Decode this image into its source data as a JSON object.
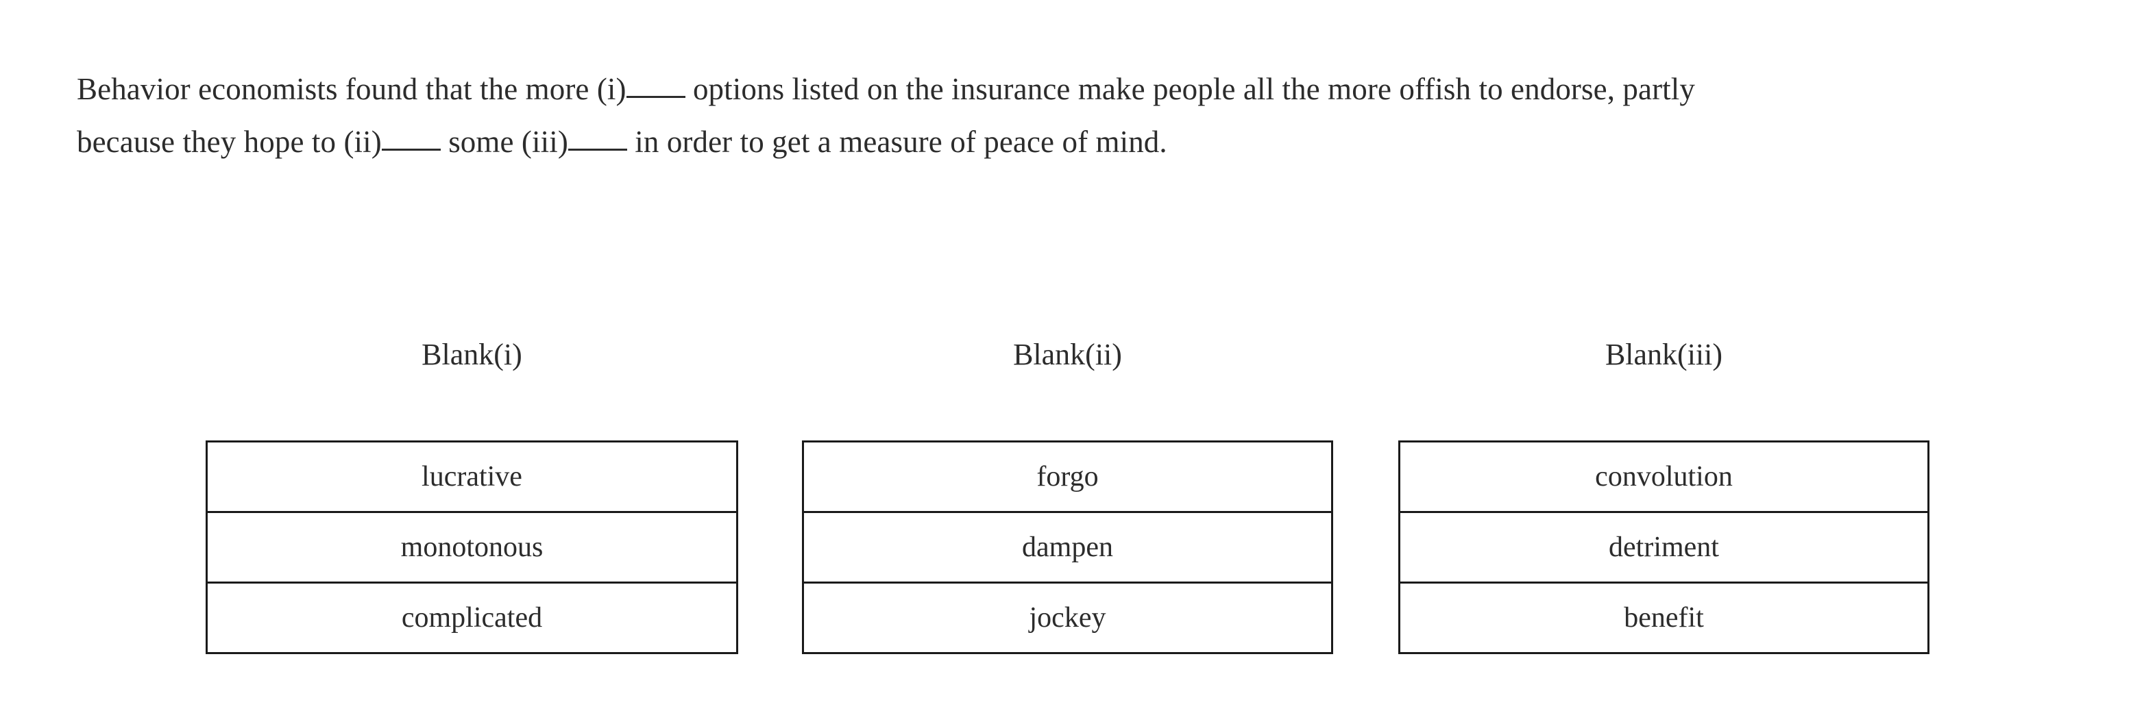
{
  "question": {
    "line1_part1": "Behavior economists found that the more (i)",
    "line1_part2": " options listed on the insurance make people all the more offish to endorse, partly",
    "line2_part1": "because they hope to (ii)",
    "line2_part2": " some (iii)",
    "line2_part3": " in order to get a measure of peace of mind.",
    "full_text": "Behavior economists found that the more (i)______ options listed on the insurance make people all the more offish to endorse, partly because they hope to (ii)______ some (iii)______ in order to get a measure of peace of mind."
  },
  "columns": [
    {
      "header": "Blank(i)",
      "choices": [
        "lucrative",
        "monotonous",
        "complicated"
      ]
    },
    {
      "header": "Blank(ii)",
      "choices": [
        "forgo",
        "dampen",
        "jockey"
      ]
    },
    {
      "header": "Blank(iii)",
      "choices": [
        "convolution",
        "detriment",
        "benefit"
      ]
    }
  ],
  "colors": {
    "text": "#2c2c2c",
    "border": "#1a1a1a",
    "background": "#ffffff"
  }
}
